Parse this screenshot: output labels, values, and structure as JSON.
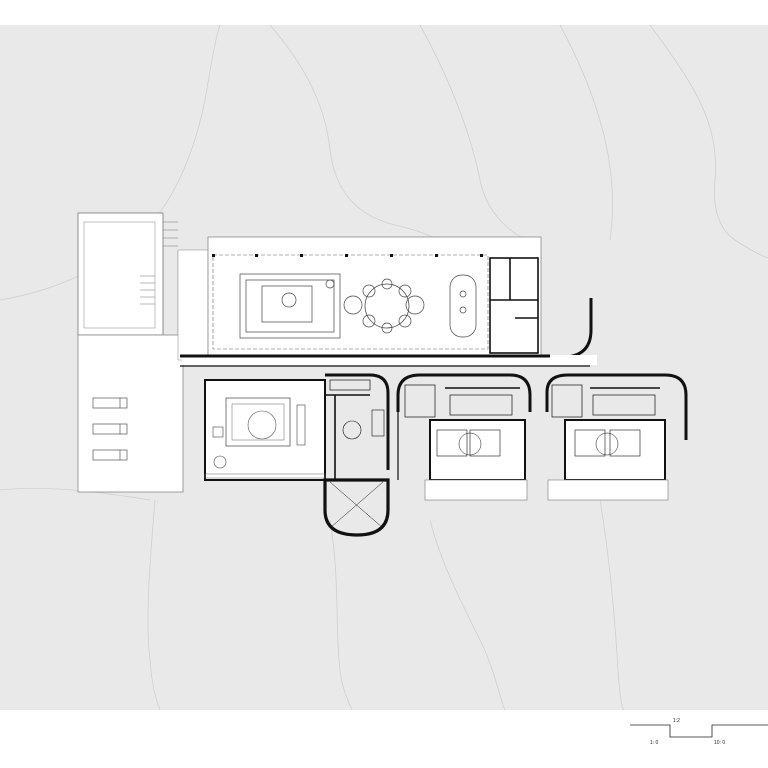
{
  "drawing": {
    "type": "architectural floor plan",
    "background_color": "#ffffff",
    "site_color": "#e9e9e9",
    "wall_color": "#111111",
    "line_color": "#333333"
  },
  "scale_bar": {
    "label_top": "1:2",
    "label_left": "1: 0",
    "label_right": "10: 0"
  }
}
